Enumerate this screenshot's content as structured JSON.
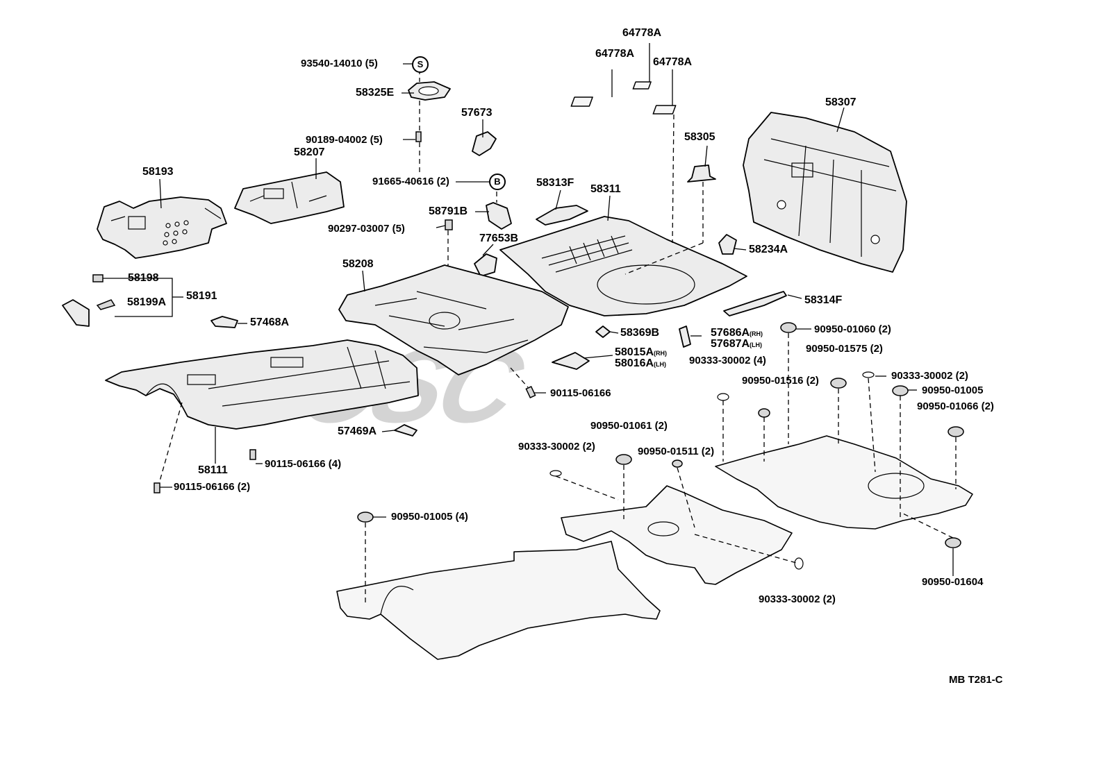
{
  "diagram_code": "MB T281-C",
  "callouts": {
    "c93540": "93540-14010 (5)",
    "c58325E": "58325E",
    "c90189": "90189-04002 (5)",
    "c57673": "57673",
    "c91665": "91665-40616 (2)",
    "c58207": "58207",
    "c58193": "58193",
    "c58791B": "58791B",
    "c90297": "90297-03007 (5)",
    "c77653B": "77653B",
    "c58313F": "58313F",
    "c58311": "58311",
    "c64778A_top": "64778A",
    "c64778A_left": "64778A",
    "c64778A_right": "64778A",
    "c58305": "58305",
    "c58307": "58307",
    "c58234A": "58234A",
    "c58314F": "58314F",
    "c58208": "58208",
    "c58198": "58198",
    "c58199A": "58199A",
    "c58191": "58191",
    "c57468A": "57468A",
    "c58369B": "58369B",
    "c57686A": "57686A",
    "c57686A_side": "(RH)",
    "c57687A": "57687A",
    "c57687A_side": "(LH)",
    "c58015A": "58015A",
    "c58015A_side": "(RH)",
    "c58016A": "58016A",
    "c58016A_side": "(LH)",
    "c90115_a": "90115-06166",
    "c57469A": "57469A",
    "c58111": "58111",
    "c90115_b": "90115-06166 (4)",
    "c90115_c": "90115-06166 (2)",
    "c90950_01060": "90950-01060 (2)",
    "c90950_01575": "90950-01575 (2)",
    "c90333_a": "90333-30002 (4)",
    "c90950_01516": "90950-01516 (2)",
    "c90333_b": "90333-30002 (2)",
    "c90950_01005_r": "90950-01005",
    "c90950_01066": "90950-01066 (2)",
    "c90950_01061": "90950-01061 (2)",
    "c90333_c": "90333-30002 (2)",
    "c90950_01511": "90950-01511 (2)",
    "c90950_01005_l": "90950-01005 (4)",
    "c90333_d": "90333-30002 (2)",
    "c90950_01604": "90950-01604"
  },
  "markers": {
    "s": "S",
    "b": "B"
  },
  "watermark": "CSC"
}
